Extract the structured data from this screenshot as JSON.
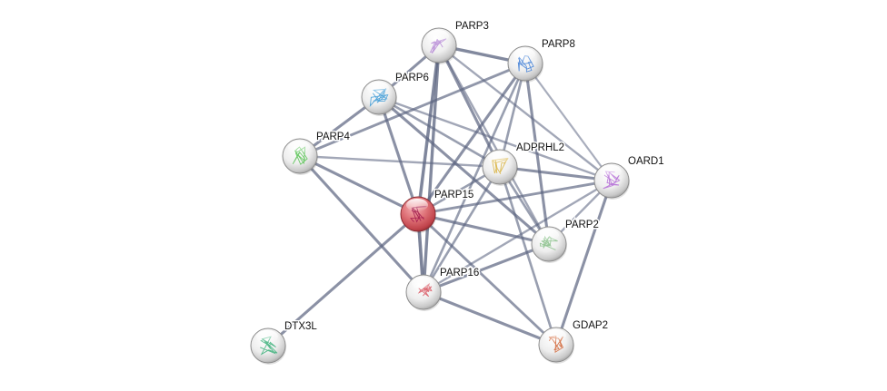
{
  "title": "Protein interaction network",
  "query_node": "PARP15",
  "colors": {
    "edge": "#5b6480",
    "query_node": "#c9464f",
    "node": "#d9d9d9",
    "background": "#ffffff"
  },
  "nodes": [
    {
      "id": "PARP3",
      "label": "PARP3",
      "query": false,
      "structure_color": "#b68ad6"
    },
    {
      "id": "PARP8",
      "label": "PARP8",
      "query": false,
      "structure_color": "#3c7dd6"
    },
    {
      "id": "PARP6",
      "label": "PARP6",
      "query": false,
      "structure_color": "#3c9ad6"
    },
    {
      "id": "PARP4",
      "label": "PARP4",
      "query": false,
      "structure_color": "#53c24f"
    },
    {
      "id": "ADPRHL2",
      "label": "ADPRHL2",
      "query": false,
      "structure_color": "#d8b23c"
    },
    {
      "id": "OARD1",
      "label": "OARD1",
      "query": false,
      "structure_color": "#b36ad6"
    },
    {
      "id": "PARP15",
      "label": "PARP15",
      "query": true,
      "structure_color": "#a0184c"
    },
    {
      "id": "PARP2",
      "label": "PARP2",
      "query": false,
      "structure_color": "#88c08a"
    },
    {
      "id": "PARP16",
      "label": "PARP16",
      "query": false,
      "structure_color": "#d8505c"
    },
    {
      "id": "DTX3L",
      "label": "DTX3L",
      "query": false,
      "structure_color": "#3cb07a"
    },
    {
      "id": "GDAP2",
      "label": "GDAP2",
      "query": false,
      "structure_color": "#d06030"
    }
  ],
  "edges": [
    {
      "source": "PARP3",
      "target": "PARP8",
      "strength": 0.9
    },
    {
      "source": "PARP3",
      "target": "PARP6",
      "strength": 0.8
    },
    {
      "source": "PARP3",
      "target": "PARP15",
      "strength": 0.95
    },
    {
      "source": "PARP3",
      "target": "PARP16",
      "strength": 0.9
    },
    {
      "source": "PARP3",
      "target": "ADPRHL2",
      "strength": 0.8
    },
    {
      "source": "PARP3",
      "target": "OARD1",
      "strength": 0.5
    },
    {
      "source": "PARP3",
      "target": "PARP2",
      "strength": 0.5
    },
    {
      "source": "PARP8",
      "target": "PARP4",
      "strength": 0.7
    },
    {
      "source": "PARP8",
      "target": "PARP15",
      "strength": 0.8
    },
    {
      "source": "PARP8",
      "target": "PARP16",
      "strength": 0.6
    },
    {
      "source": "PARP8",
      "target": "ADPRHL2",
      "strength": 0.6
    },
    {
      "source": "PARP8",
      "target": "PARP2",
      "strength": 0.8
    },
    {
      "source": "PARP8",
      "target": "OARD1",
      "strength": 0.4
    },
    {
      "source": "PARP6",
      "target": "PARP4",
      "strength": 0.8
    },
    {
      "source": "PARP6",
      "target": "PARP15",
      "strength": 0.8
    },
    {
      "source": "PARP6",
      "target": "PARP2",
      "strength": 0.8
    },
    {
      "source": "PARP6",
      "target": "OARD1",
      "strength": 0.5
    },
    {
      "source": "PARP6",
      "target": "ADPRHL2",
      "strength": 0.6
    },
    {
      "source": "PARP4",
      "target": "PARP15",
      "strength": 0.8
    },
    {
      "source": "PARP4",
      "target": "PARP16",
      "strength": 0.8
    },
    {
      "source": "PARP4",
      "target": "ADPRHL2",
      "strength": 0.5
    },
    {
      "source": "ADPRHL2",
      "target": "OARD1",
      "strength": 0.8
    },
    {
      "source": "ADPRHL2",
      "target": "PARP15",
      "strength": 0.6
    },
    {
      "source": "ADPRHL2",
      "target": "PARP16",
      "strength": 0.6
    },
    {
      "source": "ADPRHL2",
      "target": "PARP2",
      "strength": 0.6
    },
    {
      "source": "ADPRHL2",
      "target": "GDAP2",
      "strength": 0.6
    },
    {
      "source": "OARD1",
      "target": "PARP15",
      "strength": 0.7
    },
    {
      "source": "OARD1",
      "target": "PARP2",
      "strength": 0.5
    },
    {
      "source": "OARD1",
      "target": "PARP16",
      "strength": 0.5
    },
    {
      "source": "OARD1",
      "target": "GDAP2",
      "strength": 0.8
    },
    {
      "source": "PARP15",
      "target": "PARP16",
      "strength": 1.0
    },
    {
      "source": "PARP15",
      "target": "PARP2",
      "strength": 0.8
    },
    {
      "source": "PARP15",
      "target": "DTX3L",
      "strength": 0.8
    },
    {
      "source": "PARP15",
      "target": "GDAP2",
      "strength": 0.7
    },
    {
      "source": "PARP16",
      "target": "PARP2",
      "strength": 0.8
    },
    {
      "source": "PARP16",
      "target": "GDAP2",
      "strength": 0.8
    }
  ]
}
